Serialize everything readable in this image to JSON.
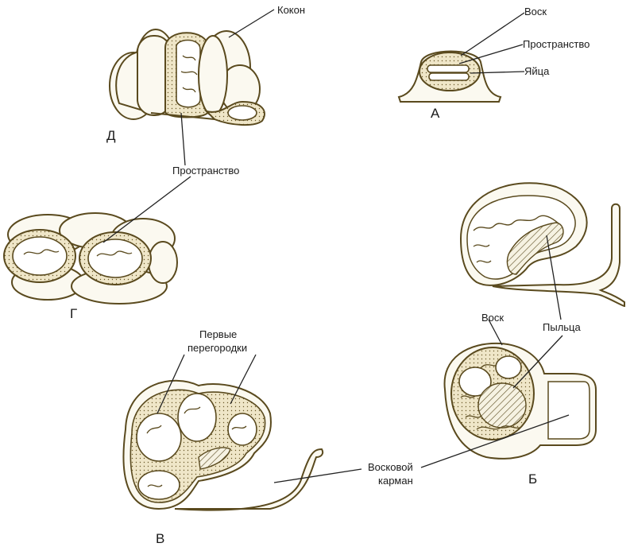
{
  "labels": {
    "kokon": "Кокон",
    "prostranstvo_d": "Пространство",
    "vosk_a": "Воск",
    "prostranstvo_a": "Пространство",
    "yaitsa": "Яйца",
    "vosk_b": "Воск",
    "pyltsa": "Пыльца",
    "pervye": "Первые",
    "peregorodki": "перегородки",
    "voskovoy": "Восковой",
    "karman": "карман"
  },
  "letters": {
    "d": "Д",
    "a": "А",
    "g": "Г",
    "v": "В",
    "b": "Б"
  }
}
